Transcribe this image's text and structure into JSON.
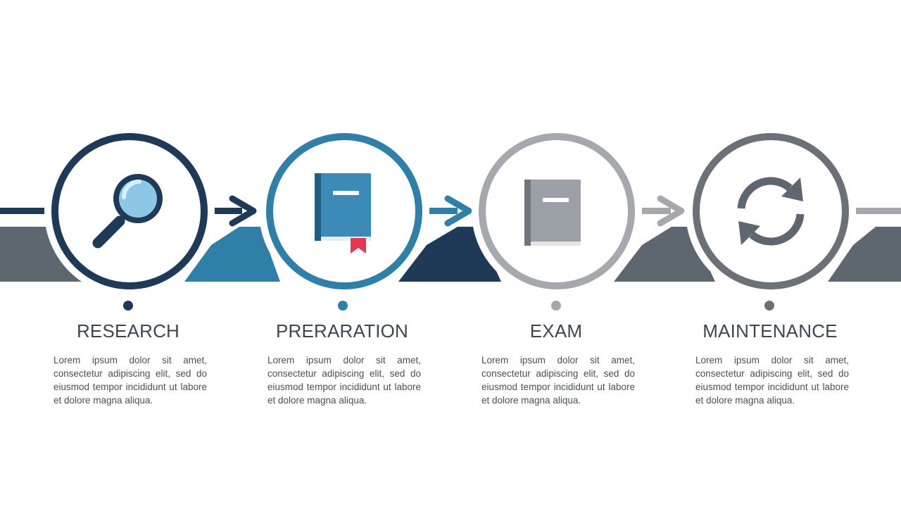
{
  "colors": {
    "navy": "#1f3a56",
    "teal": "#2f7fa8",
    "silver": "#a5a9ae",
    "slate": "#6c7178",
    "band_gray": "#5e6670",
    "accent_red": "#e23a52",
    "light_blue": "#8cc7e6"
  },
  "steps": [
    {
      "title": "RESEARCH",
      "description": "Lorem ipsum dolor sit amet, consectetur adipiscing elit, sed do eiusmod tempor incididunt ut labore et dolore magna aliqua.",
      "icon": "magnifying-glass-icon"
    },
    {
      "title": "PRERARATION",
      "description": "Lorem ipsum dolor sit amet, consectetur adipiscing elit, sed do eiusmod tempor incididunt ut labore et dolore magna aliqua.",
      "icon": "book-bookmark-icon"
    },
    {
      "title": "EXAM",
      "description": "Lorem ipsum dolor sit amet, consectetur adipiscing elit, sed do eiusmod tempor incididunt ut labore et dolore magna aliqua.",
      "icon": "book-icon"
    },
    {
      "title": "MAINTENANCE",
      "description": "Lorem ipsum dolor sit amet, consectetur adipiscing elit, sed do eiusmod tempor incididunt ut labore et dolore magna aliqua.",
      "icon": "refresh-cycle-icon"
    }
  ]
}
